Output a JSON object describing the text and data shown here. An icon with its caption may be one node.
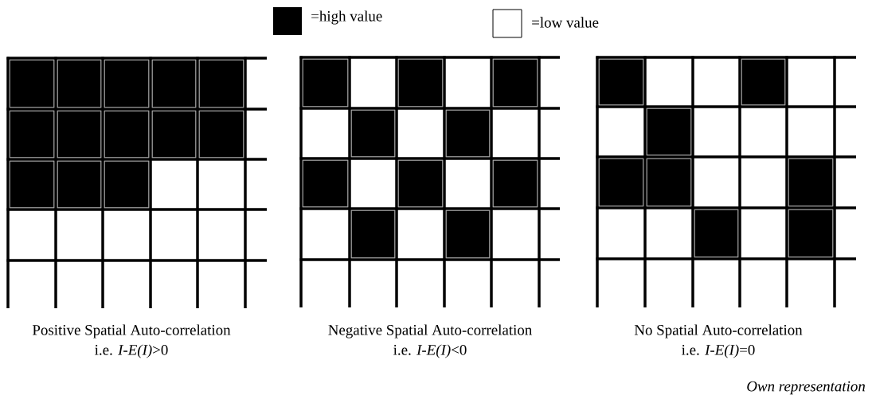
{
  "diagram": {
    "labels": [
      "Positive Spatial Auto-correlation",
      "i.e.   *I-E(I)*>0",
      "Negative Spatial Auto-correlation",
      "i.e.   *I-E(I)*<0",
      "No Spatial Auto-correlation",
      "i.e.   *I-E(I)*=0",
      "Own representation"
    ],
    "legend": [
      {
        "text": "=high value",
        "color": "#000000"
      },
      {
        "text": "=low value"
      }
    ]
  }
}
